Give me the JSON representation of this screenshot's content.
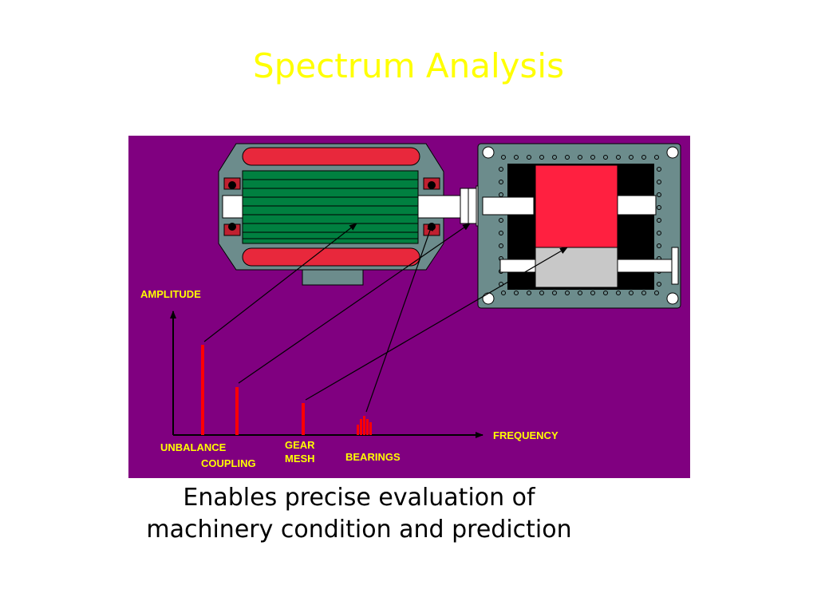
{
  "title": "Spectrum Analysis",
  "diagram": {
    "axis_y_label": "AMPLITUDE",
    "axis_x_label": "FREQUENCY",
    "peaks": [
      {
        "label": "UNBALANCE",
        "points_to": "motor rotor"
      },
      {
        "label": "COUPLING",
        "points_to": "coupling"
      },
      {
        "label_line1": "GEAR",
        "label_line2": "MESH",
        "points_to": "gearbox gears"
      },
      {
        "label": "BEARINGS",
        "points_to": "motor bearing"
      }
    ],
    "colors": {
      "background": "#800080",
      "title": "#ffff00",
      "labels": "#ffff00",
      "peaks": "#ff0000",
      "rotor": "#008040",
      "gear_top": "#ff2040",
      "gear_bottom": "#c8c8c8",
      "housing": "#6c8c8c"
    }
  },
  "caption": {
    "line1": "Enables precise evaluation of",
    "line2": "machinery condition and prediction"
  }
}
